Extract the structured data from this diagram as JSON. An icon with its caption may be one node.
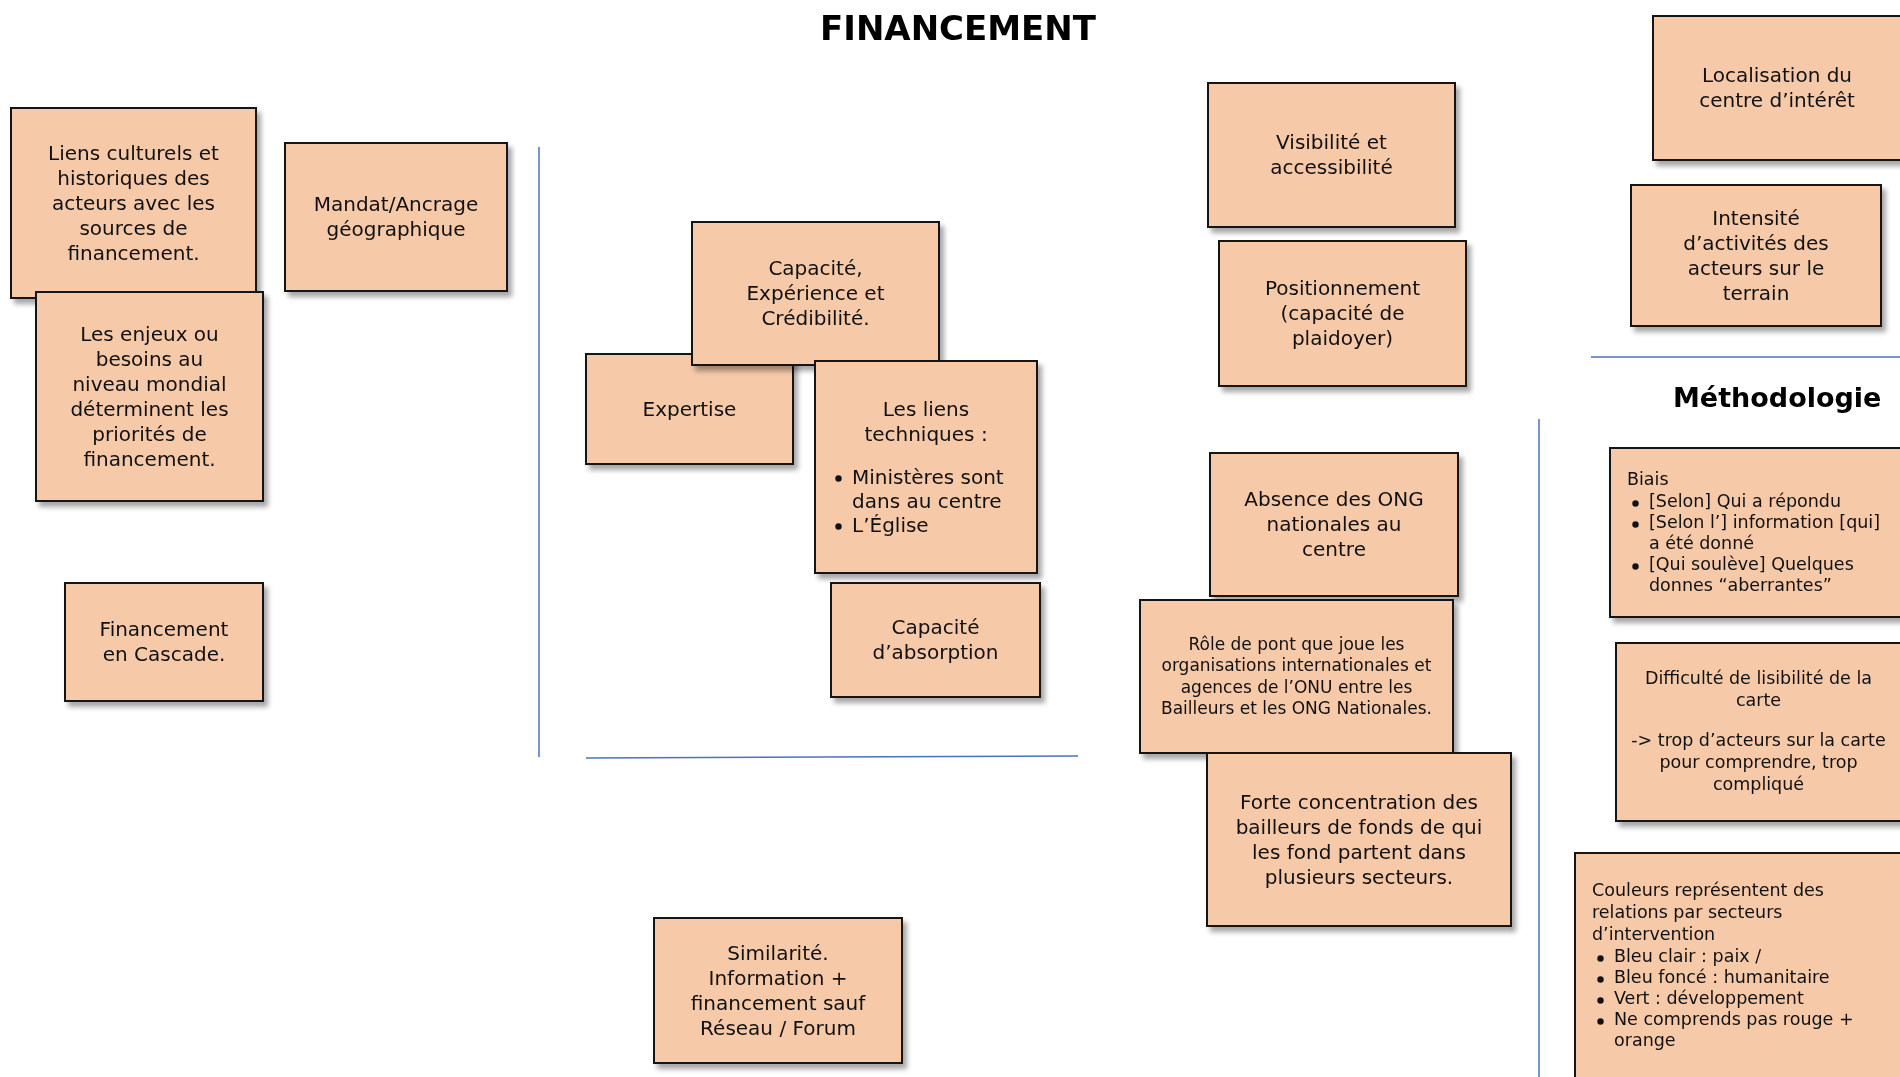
{
  "diagram": {
    "title": "FINANCEMENT",
    "nodes": [
      {
        "text": [
          "Liens culturels et historiques des acteurs avec les sources de financement."
        ]
      },
      {
        "text": [
          "Mandat/Ancrage géographique"
        ]
      },
      {
        "text": [
          "Les enjeux ou besoins au niveau mondial déterminent les priorités de financement."
        ]
      },
      {
        "text": [
          "Financement en Cascade."
        ]
      },
      {
        "text": [
          "Capacité, Expérience et Crédibilité."
        ]
      },
      {
        "text": [
          "Expertise"
        ]
      },
      {
        "text": [
          "Les liens techniques :",
          "Ministères sont dans au centre",
          "L’Église"
        ]
      },
      {
        "text": [
          "Capacité d’absorption"
        ]
      },
      {
        "text": [
          "Similarité. Information + financement sauf Réseau / Forum"
        ]
      },
      {
        "text": [
          "Visibilité et accessibilité"
        ]
      },
      {
        "text": [
          "Positionnement (capacité de plaidoyer)"
        ]
      },
      {
        "text": [
          "Absence des ONG nationales au centre"
        ]
      },
      {
        "text": [
          "Rôle de pont que joue les organisations internationales et agences de l’ONU entre les Bailleurs et les ONG Nationales."
        ]
      },
      {
        "text": [
          "Forte concentration des bailleurs de fonds de qui les fond partent dans plusieurs secteurs."
        ]
      },
      {
        "text": [
          "Localisation du centre d’intérêt"
        ]
      },
      {
        "text": [
          "Intensité d’activités des acteurs sur le terrain"
        ]
      },
      {
        "text": [
          "Biais",
          "[Selon] Qui a répondu",
          "[Selon l’] information [qui] a été donné",
          "[Qui soulève] Quelques donnes “aberrantes”"
        ]
      },
      {
        "text": [
          "Difficulté de lisibilité de la carte",
          "-> trop d’acteurs sur la carte pour comprendre, trop compliqué"
        ]
      },
      {
        "text": [
          "Couleurs représentent des relations par secteurs d’intervention",
          "Bleu clair : paix /",
          "Bleu foncé : humanitaire",
          "Vert : développement",
          "Ne comprends pas rouge + orange"
        ]
      }
    ],
    "labels": [
      "Méthodologie"
    ]
  }
}
